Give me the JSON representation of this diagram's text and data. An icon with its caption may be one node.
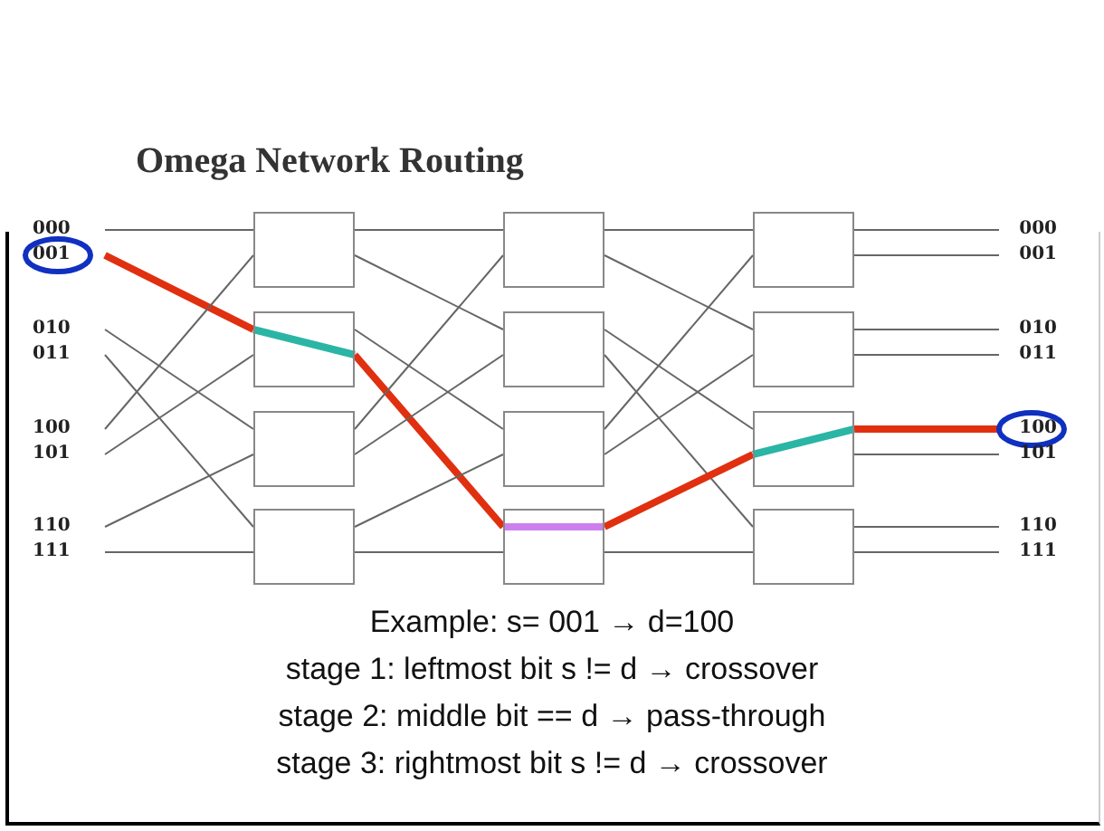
{
  "diagram": {
    "title": "Omega Network Routing",
    "nodes": [
      {
        "text": [
          "000"
        ]
      },
      {
        "text": [
          "001"
        ]
      },
      {
        "text": [
          "010"
        ]
      },
      {
        "text": [
          "011"
        ]
      },
      {
        "text": [
          "100"
        ]
      },
      {
        "text": [
          "101"
        ]
      },
      {
        "text": [
          "110"
        ]
      },
      {
        "text": [
          "111"
        ]
      },
      {
        "text": [],
        "shape": "box"
      },
      {
        "text": [],
        "shape": "box"
      },
      {
        "text": [],
        "shape": "box"
      },
      {
        "text": [],
        "shape": "box"
      },
      {
        "text": [],
        "shape": "box"
      },
      {
        "text": [],
        "shape": "box"
      },
      {
        "text": [],
        "shape": "box"
      },
      {
        "text": [],
        "shape": "box"
      },
      {
        "text": [],
        "shape": "box"
      },
      {
        "text": [],
        "shape": "box"
      },
      {
        "text": [],
        "shape": "box"
      },
      {
        "text": [],
        "shape": "box"
      },
      {
        "text": [
          "000"
        ]
      },
      {
        "text": [
          "001"
        ]
      },
      {
        "text": [
          "010"
        ]
      },
      {
        "text": [
          "011"
        ]
      },
      {
        "text": [
          "100"
        ]
      },
      {
        "text": [
          "101"
        ]
      },
      {
        "text": [
          "110"
        ]
      },
      {
        "text": [
          "111"
        ]
      }
    ],
    "edges": [
      {
        "from": 0,
        "to": 8,
        "arrow": "none"
      },
      {
        "from": 1,
        "to": 9,
        "arrow": "none",
        "style": "thick",
        "color": "#e03010"
      },
      {
        "from": 2,
        "to": 10,
        "arrow": "none"
      },
      {
        "from": 3,
        "to": 11,
        "arrow": "none"
      },
      {
        "from": 4,
        "to": 8,
        "arrow": "none"
      },
      {
        "from": 5,
        "to": 9,
        "arrow": "none"
      },
      {
        "from": 6,
        "to": 10,
        "arrow": "none"
      },
      {
        "from": 7,
        "to": 11,
        "arrow": "none"
      },
      {
        "from": 8,
        "to": 12,
        "arrow": "none"
      },
      {
        "from": 8,
        "to": 13,
        "arrow": "none"
      },
      {
        "from": 9,
        "to": 14,
        "arrow": "none"
      },
      {
        "from": 9,
        "to": 15,
        "arrow": "none",
        "style": "thick",
        "color": "#e03010"
      },
      {
        "from": 10,
        "to": 12,
        "arrow": "none"
      },
      {
        "from": 10,
        "to": 13,
        "arrow": "none"
      },
      {
        "from": 11,
        "to": 14,
        "arrow": "none"
      },
      {
        "from": 11,
        "to": 15,
        "arrow": "none"
      },
      {
        "from": 12,
        "to": 16,
        "arrow": "none"
      },
      {
        "from": 12,
        "to": 17,
        "arrow": "none"
      },
      {
        "from": 13,
        "to": 18,
        "arrow": "none"
      },
      {
        "from": 13,
        "to": 19,
        "arrow": "none"
      },
      {
        "from": 14,
        "to": 16,
        "arrow": "none"
      },
      {
        "from": 14,
        "to": 17,
        "arrow": "none"
      },
      {
        "from": 15,
        "to": 18,
        "arrow": "none",
        "style": "thick",
        "color": "#e03010"
      },
      {
        "from": 15,
        "to": 19,
        "arrow": "none"
      },
      {
        "from": 16,
        "to": 20,
        "arrow": "none"
      },
      {
        "from": 16,
        "to": 21,
        "arrow": "none"
      },
      {
        "from": 17,
        "to": 22,
        "arrow": "none"
      },
      {
        "from": 17,
        "to": 23,
        "arrow": "none"
      },
      {
        "from": 18,
        "to": 24,
        "arrow": "none",
        "style": "thick",
        "color": "#e03010"
      },
      {
        "from": 18,
        "to": 25,
        "arrow": "none"
      },
      {
        "from": 19,
        "to": 26,
        "arrow": "none"
      },
      {
        "from": 19,
        "to": 27,
        "arrow": "none"
      }
    ],
    "labels": [
      "Example: s= 001 → d=100",
      "stage 1: leftmost bit s != d → crossover",
      "stage 2: middle bit == d → pass-through",
      "stage 3: rightmost bit s != d → crossover"
    ]
  }
}
